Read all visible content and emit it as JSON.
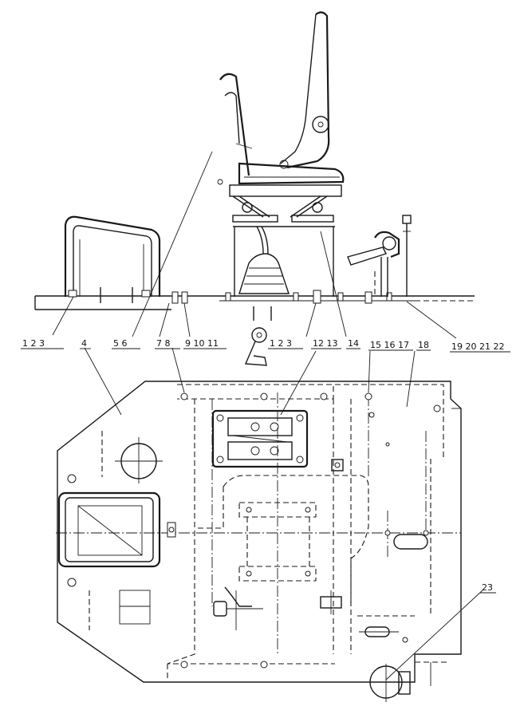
{
  "callouts": {
    "c1": "1 2 3",
    "c2": "4",
    "c3": "5 6",
    "c4": "7 8",
    "c5": "9 10 11",
    "c6": "1 2 3",
    "c7": "12 13",
    "c8": "14",
    "c9": "15 16 17",
    "c10": "18",
    "c11": "19 20 21 22",
    "c12": "23"
  }
}
